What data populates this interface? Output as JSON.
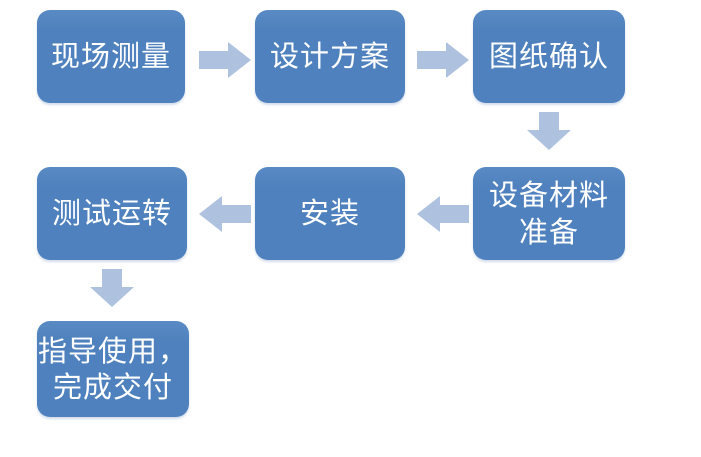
{
  "diagram": {
    "type": "flowchart",
    "steps": [
      {
        "label": "现场测量"
      },
      {
        "label": "设计方案"
      },
      {
        "label": "图纸确认"
      },
      {
        "label": "设备材料\n准备"
      },
      {
        "label": "安装"
      },
      {
        "label": "测试运转"
      },
      {
        "label": "指导使用，\n完成交付"
      }
    ],
    "connections": [
      {
        "from": "现场测量",
        "to": "设计方案",
        "direction": "right"
      },
      {
        "from": "设计方案",
        "to": "图纸确认",
        "direction": "right"
      },
      {
        "from": "图纸确认",
        "to": "设备材料准备",
        "direction": "down"
      },
      {
        "from": "设备材料准备",
        "to": "安装",
        "direction": "left"
      },
      {
        "from": "安装",
        "to": "测试运转",
        "direction": "left"
      },
      {
        "from": "测试运转",
        "to": "指导使用，完成交付",
        "direction": "down"
      }
    ]
  },
  "colors": {
    "box_fill": "#4E81BD",
    "box_fill_light": "#5A8AC4",
    "arrow_fill": "#AEC2DF",
    "text": "#FFFFFF",
    "background": "#FFFFFF"
  }
}
